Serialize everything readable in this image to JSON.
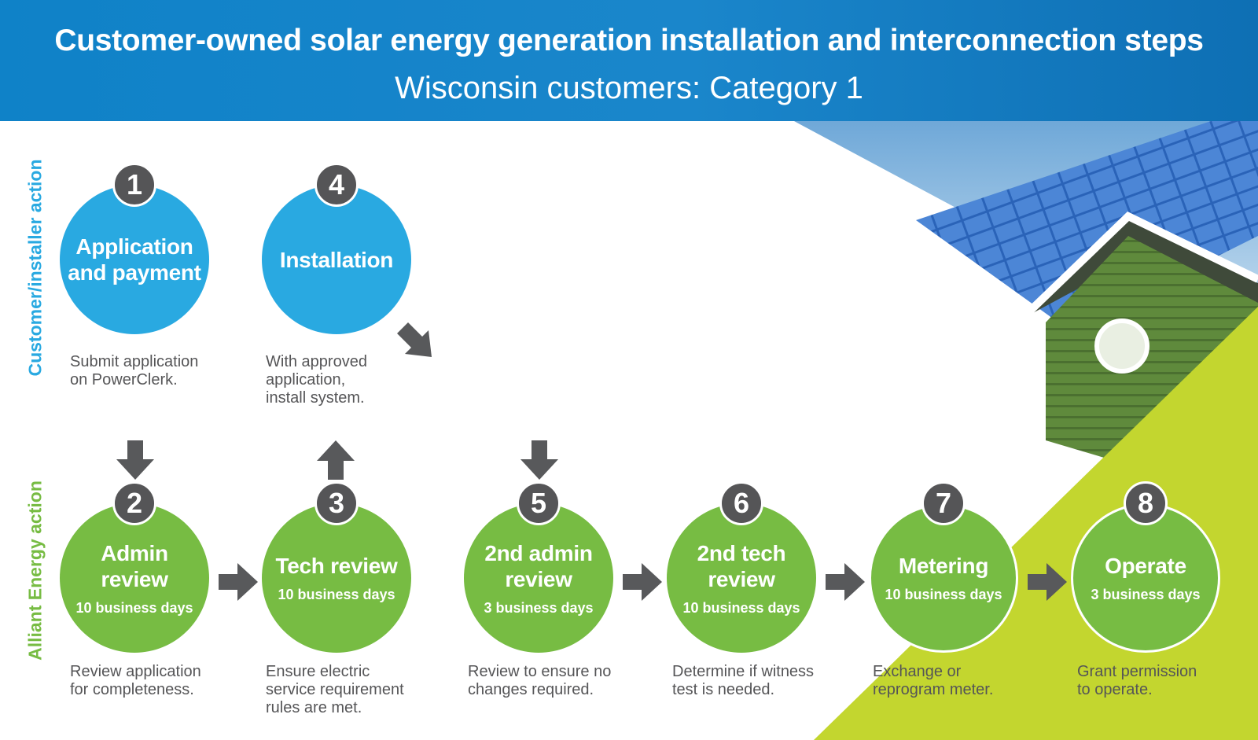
{
  "header": {
    "title": "Customer-owned solar energy generation installation and interconnection steps",
    "subtitle": "Wisconsin customers: Category 1"
  },
  "lanes": {
    "customer": "Customer/installer action",
    "alliant": "Alliant Energy action"
  },
  "steps": [
    {
      "number": "1",
      "label": "Application and payment",
      "days": "",
      "desc": "Submit application\non PowerClerk.",
      "lane": "customer"
    },
    {
      "number": "2",
      "label": "Admin review",
      "days": "10 business days",
      "desc": "Review application\nfor completeness.",
      "lane": "alliant"
    },
    {
      "number": "3",
      "label": "Tech review",
      "days": "10 business days",
      "desc": "Ensure electric\nservice requirement\nrules are met.",
      "lane": "alliant"
    },
    {
      "number": "4",
      "label": "Installation",
      "days": "",
      "desc": "With approved\napplication,\ninstall system.",
      "lane": "customer"
    },
    {
      "number": "5",
      "label": "2nd admin review",
      "days": "3 business days",
      "desc": "Review to ensure no\nchanges required.",
      "lane": "alliant"
    },
    {
      "number": "6",
      "label": "2nd tech review",
      "days": "10 business days",
      "desc": "Determine if witness\ntest is needed.",
      "lane": "alliant"
    },
    {
      "number": "7",
      "label": "Metering",
      "days": "10 business days",
      "desc": "Exchange or\nreprogram meter.",
      "lane": "alliant"
    },
    {
      "number": "8",
      "label": "Operate",
      "days": "3 business days",
      "desc": "Grant permission\nto operate.",
      "lane": "alliant"
    }
  ],
  "colors": {
    "header_blue": "#1a86cb",
    "customer_blue": "#29a9e1",
    "alliant_green": "#77bc43",
    "lime": "#c3d62f",
    "badge_gray": "#555557",
    "arrow_gray": "#58595b"
  }
}
